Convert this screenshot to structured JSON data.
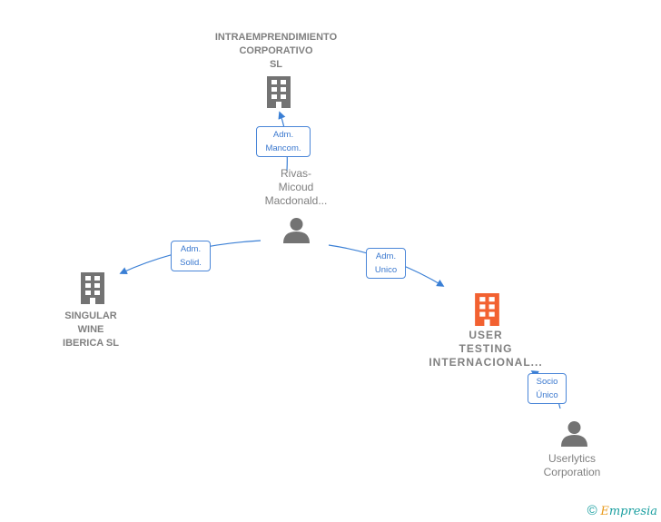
{
  "nodes": {
    "intraemprendimiento": {
      "label": "INTRAEMPRENDIMIENTO\nCORPORATIVO\nSL",
      "type": "company"
    },
    "rivas": {
      "label": "Rivas-\nMicoud\nMacdonald...",
      "type": "person"
    },
    "singular": {
      "label": "SINGULAR\nWINE\nIBERICA  SL",
      "type": "company"
    },
    "user_testing": {
      "label": "USER\nTESTING\nINTERNACIONAL...",
      "type": "company-main"
    },
    "userlytics": {
      "label": "Userlytics\nCorporation",
      "type": "person"
    }
  },
  "edges": [
    {
      "from": "rivas",
      "to": "intraemprendimiento",
      "label": "Adm.\nMancom."
    },
    {
      "from": "rivas",
      "to": "singular",
      "label": "Adm.\nSolid."
    },
    {
      "from": "rivas",
      "to": "user_testing",
      "label": "Adm.\nUnico"
    },
    {
      "from": "userlytics",
      "to": "user_testing",
      "label": "Socio\nÚnico"
    }
  ],
  "colors": {
    "edge": "#3a7fd5",
    "company_icon": "#737373",
    "main_icon": "#f26131",
    "person_icon": "#737373"
  },
  "footer": {
    "copyright": "©",
    "brand_first": "E",
    "brand_rest": "mpresia"
  }
}
